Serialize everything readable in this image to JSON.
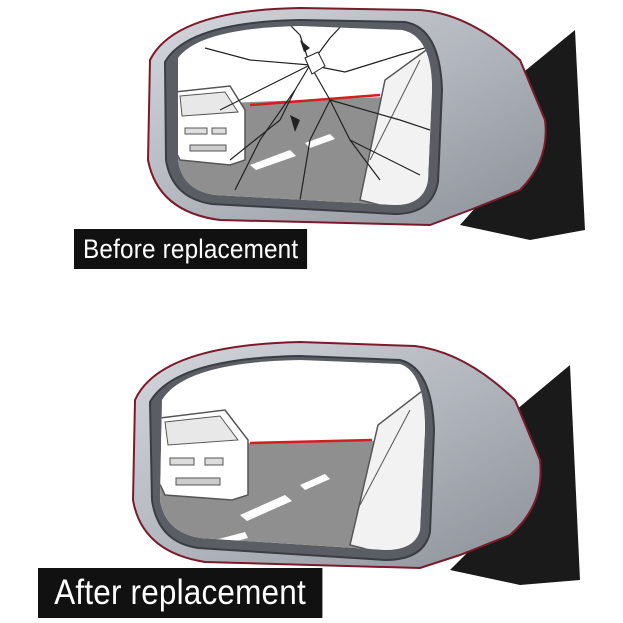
{
  "captions": {
    "before": "Before replacement",
    "after": "After replacement"
  },
  "colors": {
    "housing": "#b2b6bd",
    "frame": "#5a5e64",
    "outline": "#7a1a2a",
    "road": "#8f8f8f",
    "horizon_line": "#d41e1e",
    "caption_bg": "#111111",
    "caption_text": "#ffffff"
  },
  "icons": [
    "side-mirror-cracked-illustration",
    "side-mirror-new-illustration"
  ]
}
